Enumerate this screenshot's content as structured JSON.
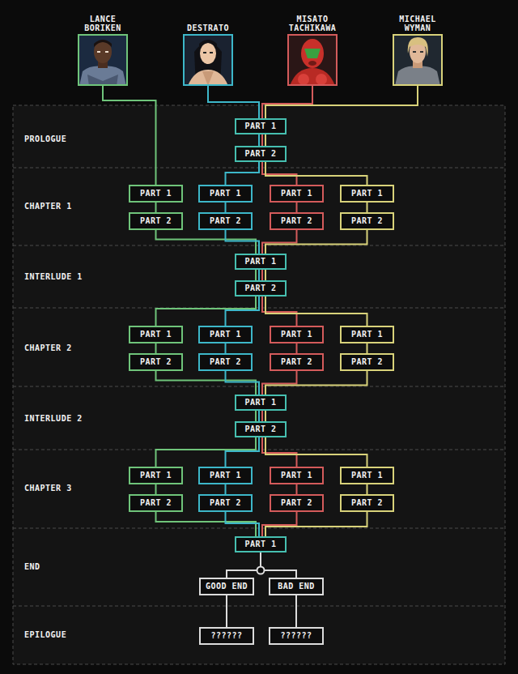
{
  "diagram": {
    "nodes": [
      {
        "text": [
          "LANCE BORIKEN"
        ]
      },
      {
        "text": [
          "DESTRATO"
        ]
      },
      {
        "text": [
          "MISATO TACHIKAWA"
        ]
      },
      {
        "text": [
          "MICHAEL WYMAN"
        ]
      },
      {
        "text": [
          "PART 1"
        ]
      },
      {
        "text": [
          "PART 2"
        ]
      },
      {
        "text": [
          "PART 1"
        ]
      },
      {
        "text": [
          "PART 1"
        ]
      },
      {
        "text": [
          "PART 1"
        ]
      },
      {
        "text": [
          "PART 1"
        ]
      },
      {
        "text": [
          "PART 2"
        ]
      },
      {
        "text": [
          "PART 2"
        ]
      },
      {
        "text": [
          "PART 2"
        ]
      },
      {
        "text": [
          "PART 2"
        ]
      },
      {
        "text": [
          "PART 1"
        ]
      },
      {
        "text": [
          "PART 2"
        ]
      },
      {
        "text": [
          "PART 1"
        ]
      },
      {
        "text": [
          "PART 1"
        ]
      },
      {
        "text": [
          "PART 1"
        ]
      },
      {
        "text": [
          "PART 1"
        ]
      },
      {
        "text": [
          "PART 2"
        ]
      },
      {
        "text": [
          "PART 2"
        ]
      },
      {
        "text": [
          "PART 2"
        ]
      },
      {
        "text": [
          "PART 2"
        ]
      },
      {
        "text": [
          "PART 1"
        ]
      },
      {
        "text": [
          "PART 2"
        ]
      },
      {
        "text": [
          "PART 1"
        ]
      },
      {
        "text": [
          "PART 1"
        ]
      },
      {
        "text": [
          "PART 1"
        ]
      },
      {
        "text": [
          "PART 1"
        ]
      },
      {
        "text": [
          "PART 2"
        ]
      },
      {
        "text": [
          "PART 2"
        ]
      },
      {
        "text": [
          "PART 2"
        ]
      },
      {
        "text": [
          "PART 2"
        ]
      },
      {
        "text": [
          "PART 1"
        ]
      },
      {
        "text": [
          "GOOD END"
        ]
      },
      {
        "text": [
          "BAD END"
        ]
      },
      {
        "text": [
          "??????"
        ]
      },
      {
        "text": [
          "??????"
        ]
      }
    ],
    "edges": [
      {
        "from": 0,
        "to": 6,
        "arrow": "none"
      },
      {
        "from": 1,
        "to": 4,
        "arrow": "none"
      },
      {
        "from": 2,
        "to": 4,
        "arrow": "none"
      },
      {
        "from": 3,
        "to": 4,
        "arrow": "none"
      },
      {
        "from": 4,
        "to": 5,
        "arrow": "none"
      },
      {
        "from": 5,
        "to": 7,
        "arrow": "none"
      },
      {
        "from": 5,
        "to": 8,
        "arrow": "none"
      },
      {
        "from": 5,
        "to": 9,
        "arrow": "none"
      },
      {
        "from": 6,
        "to": 10,
        "arrow": "none"
      },
      {
        "from": 7,
        "to": 11,
        "arrow": "none"
      },
      {
        "from": 8,
        "to": 12,
        "arrow": "none"
      },
      {
        "from": 9,
        "to": 13,
        "arrow": "none"
      },
      {
        "from": 10,
        "to": 14,
        "arrow": "none"
      },
      {
        "from": 11,
        "to": 14,
        "arrow": "none"
      },
      {
        "from": 12,
        "to": 14,
        "arrow": "none"
      },
      {
        "from": 13,
        "to": 14,
        "arrow": "none"
      },
      {
        "from": 14,
        "to": 15,
        "arrow": "none"
      },
      {
        "from": 15,
        "to": 16,
        "arrow": "none"
      },
      {
        "from": 15,
        "to": 17,
        "arrow": "none"
      },
      {
        "from": 15,
        "to": 18,
        "arrow": "none"
      },
      {
        "from": 15,
        "to": 19,
        "arrow": "none"
      },
      {
        "from": 16,
        "to": 20,
        "arrow": "none"
      },
      {
        "from": 17,
        "to": 21,
        "arrow": "none"
      },
      {
        "from": 18,
        "to": 22,
        "arrow": "none"
      },
      {
        "from": 19,
        "to": 23,
        "arrow": "none"
      },
      {
        "from": 20,
        "to": 24,
        "arrow": "none"
      },
      {
        "from": 21,
        "to": 24,
        "arrow": "none"
      },
      {
        "from": 22,
        "to": 24,
        "arrow": "none"
      },
      {
        "from": 23,
        "to": 24,
        "arrow": "none"
      },
      {
        "from": 24,
        "to": 25,
        "arrow": "none"
      },
      {
        "from": 25,
        "to": 26,
        "arrow": "none"
      },
      {
        "from": 25,
        "to": 27,
        "arrow": "none"
      },
      {
        "from": 25,
        "to": 28,
        "arrow": "none"
      },
      {
        "from": 25,
        "to": 29,
        "arrow": "none"
      },
      {
        "from": 26,
        "to": 30,
        "arrow": "none"
      },
      {
        "from": 27,
        "to": 31,
        "arrow": "none"
      },
      {
        "from": 28,
        "to": 32,
        "arrow": "none"
      },
      {
        "from": 29,
        "to": 33,
        "arrow": "none"
      },
      {
        "from": 30,
        "to": 34,
        "arrow": "none"
      },
      {
        "from": 31,
        "to": 34,
        "arrow": "none"
      },
      {
        "from": 32,
        "to": 34,
        "arrow": "none"
      },
      {
        "from": 33,
        "to": 34,
        "arrow": "none"
      },
      {
        "from": 34,
        "to": 35,
        "arrow": "none"
      },
      {
        "from": 34,
        "to": 36,
        "arrow": "none"
      },
      {
        "from": 35,
        "to": 37,
        "arrow": "none"
      },
      {
        "from": 36,
        "to": 38,
        "arrow": "none"
      }
    ],
    "labels": [
      "PROLOGUE",
      "CHAPTER 1",
      "INTERLUDE 1",
      "CHAPTER 2",
      "INTERLUDE 2",
      "CHAPTER 3",
      "END",
      "EPILOGUE"
    ]
  }
}
